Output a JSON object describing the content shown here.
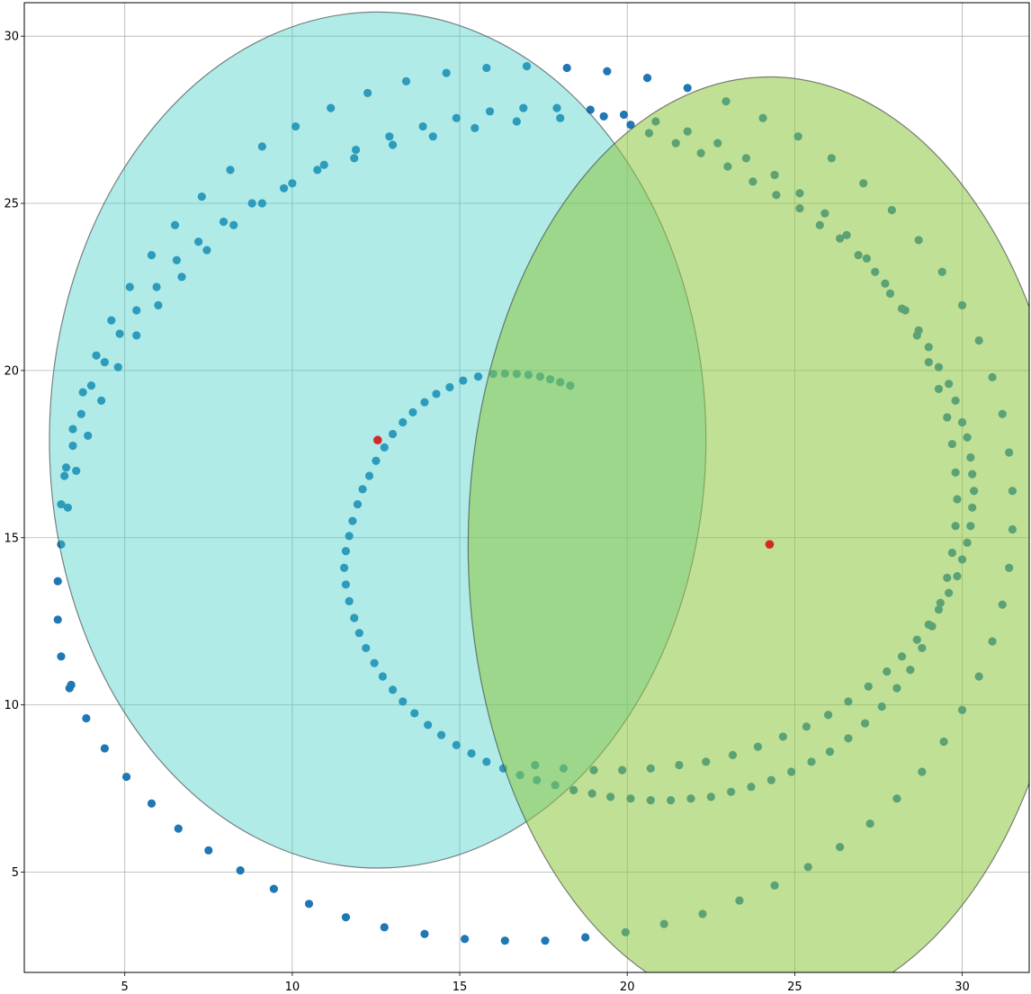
{
  "chart_data": {
    "type": "scatter",
    "title": "",
    "xlabel": "",
    "ylabel": "",
    "xlim": [
      2.0,
      32.0
    ],
    "ylim": [
      2.0,
      31.0
    ],
    "xticks": [
      5,
      10,
      15,
      20,
      25,
      30
    ],
    "yticks": [
      5,
      10,
      15,
      20,
      25,
      30
    ],
    "grid": true,
    "legend": "none",
    "colors": {
      "spiral": "#1f77b4",
      "center": "#d62728",
      "ellipse_a_fill": "#40cfc8",
      "ellipse_b_fill": "#8dc63f",
      "ellipse_edge": "#333333"
    },
    "ellipses": [
      {
        "cx": 12.55,
        "cy": 17.92,
        "width": 19.6,
        "height": 25.6,
        "color": "#40cfc8",
        "alpha": 0.41
      },
      {
        "cx": 24.25,
        "cy": 14.78,
        "width": 18.0,
        "height": 28.0,
        "color": "#8dc63f",
        "alpha": 0.55
      }
    ],
    "centers": [
      {
        "x": 12.55,
        "y": 17.92
      },
      {
        "x": 24.25,
        "y": 14.8
      }
    ],
    "spirals": [
      {
        "cx": 12.55,
        "cy": 17.92,
        "points": [
          [
            18.3,
            19.55
          ],
          [
            18.0,
            19.65
          ],
          [
            17.7,
            19.74
          ],
          [
            17.4,
            19.82
          ],
          [
            17.05,
            19.87
          ],
          [
            16.7,
            19.9
          ],
          [
            16.35,
            19.91
          ],
          [
            16.0,
            19.9
          ],
          [
            15.55,
            19.82
          ],
          [
            15.1,
            19.7
          ],
          [
            14.7,
            19.5
          ],
          [
            14.3,
            19.3
          ],
          [
            13.95,
            19.05
          ],
          [
            13.6,
            18.75
          ],
          [
            13.3,
            18.45
          ],
          [
            13.0,
            18.1
          ],
          [
            12.75,
            17.7
          ],
          [
            12.5,
            17.3
          ],
          [
            12.3,
            16.85
          ],
          [
            12.1,
            16.45
          ],
          [
            11.95,
            16.0
          ],
          [
            11.8,
            15.5
          ],
          [
            11.7,
            15.05
          ],
          [
            11.6,
            14.6
          ],
          [
            11.55,
            14.1
          ],
          [
            11.6,
            13.6
          ],
          [
            11.7,
            13.1
          ],
          [
            11.85,
            12.6
          ],
          [
            12.0,
            12.15
          ],
          [
            12.2,
            11.7
          ],
          [
            12.45,
            11.25
          ],
          [
            12.7,
            10.85
          ],
          [
            13.0,
            10.45
          ],
          [
            13.3,
            10.1
          ],
          [
            13.65,
            9.75
          ],
          [
            14.05,
            9.4
          ],
          [
            14.45,
            9.1
          ],
          [
            14.9,
            8.8
          ],
          [
            15.35,
            8.55
          ],
          [
            15.8,
            8.3
          ],
          [
            16.3,
            8.1
          ],
          [
            16.8,
            7.9
          ],
          [
            17.3,
            7.75
          ],
          [
            17.85,
            7.6
          ],
          [
            18.4,
            7.45
          ],
          [
            18.95,
            7.35
          ],
          [
            19.5,
            7.25
          ],
          [
            20.1,
            7.2
          ],
          [
            20.7,
            7.15
          ],
          [
            21.3,
            7.15
          ],
          [
            21.9,
            7.2
          ],
          [
            22.5,
            7.25
          ],
          [
            23.1,
            7.4
          ],
          [
            23.7,
            7.55
          ],
          [
            24.3,
            7.75
          ],
          [
            24.9,
            8.0
          ],
          [
            25.5,
            8.3
          ],
          [
            26.05,
            8.6
          ],
          [
            26.6,
            9.0
          ],
          [
            27.1,
            9.45
          ],
          [
            27.6,
            9.95
          ],
          [
            28.05,
            10.5
          ],
          [
            28.45,
            11.05
          ],
          [
            28.8,
            11.7
          ],
          [
            29.1,
            12.35
          ],
          [
            29.35,
            13.05
          ],
          [
            29.55,
            13.8
          ],
          [
            29.7,
            14.55
          ],
          [
            29.8,
            15.35
          ],
          [
            29.85,
            16.15
          ],
          [
            29.8,
            16.95
          ],
          [
            29.7,
            17.8
          ],
          [
            29.55,
            18.6
          ],
          [
            29.3,
            19.45
          ],
          [
            29.0,
            20.25
          ],
          [
            28.65,
            21.05
          ],
          [
            28.2,
            21.85
          ],
          [
            27.7,
            22.6
          ],
          [
            27.15,
            23.35
          ],
          [
            26.55,
            24.05
          ],
          [
            25.9,
            24.7
          ],
          [
            25.15,
            25.3
          ],
          [
            24.4,
            25.85
          ],
          [
            23.55,
            26.35
          ],
          [
            22.7,
            26.8
          ],
          [
            21.8,
            27.15
          ],
          [
            20.85,
            27.45
          ],
          [
            19.9,
            27.65
          ],
          [
            18.9,
            27.8
          ],
          [
            17.9,
            27.85
          ],
          [
            16.9,
            27.85
          ],
          [
            15.9,
            27.75
          ],
          [
            14.9,
            27.55
          ],
          [
            13.9,
            27.3
          ],
          [
            12.9,
            27.0
          ],
          [
            11.9,
            26.6
          ],
          [
            10.95,
            26.15
          ],
          [
            10.0,
            25.6
          ],
          [
            9.1,
            25.0
          ],
          [
            8.25,
            24.35
          ],
          [
            7.45,
            23.6
          ],
          [
            6.7,
            22.8
          ],
          [
            6.0,
            21.95
          ],
          [
            5.35,
            21.05
          ],
          [
            4.8,
            20.1
          ],
          [
            4.3,
            19.1
          ],
          [
            3.9,
            18.05
          ],
          [
            3.55,
            17.0
          ],
          [
            3.3,
            15.9
          ],
          [
            3.1,
            14.8
          ],
          [
            3.0,
            13.7
          ],
          [
            3.0,
            12.55
          ],
          [
            3.1,
            11.45
          ],
          [
            3.35,
            10.5
          ]
        ]
      }
    ],
    "spiral_outer": {
      "points": [
        [
          3.1,
          16.0
        ],
        [
          3.2,
          16.85
        ],
        [
          3.45,
          17.75
        ],
        [
          3.7,
          18.7
        ],
        [
          4.0,
          19.55
        ],
        [
          4.4,
          20.25
        ],
        [
          4.85,
          21.1
        ],
        [
          5.35,
          21.8
        ],
        [
          5.95,
          22.5
        ],
        [
          6.55,
          23.3
        ],
        [
          7.2,
          23.85
        ],
        [
          7.95,
          24.45
        ],
        [
          8.8,
          25.0
        ],
        [
          9.75,
          25.45
        ],
        [
          10.75,
          26.0
        ],
        [
          11.85,
          26.35
        ],
        [
          13.0,
          26.75
        ],
        [
          14.2,
          27.0
        ],
        [
          15.45,
          27.25
        ],
        [
          16.7,
          27.45
        ],
        [
          18.0,
          27.55
        ],
        [
          19.3,
          27.6
        ],
        [
          20.1,
          27.35
        ],
        [
          20.65,
          27.1
        ],
        [
          21.45,
          26.8
        ],
        [
          22.2,
          26.5
        ],
        [
          23.0,
          26.1
        ],
        [
          23.75,
          25.65
        ],
        [
          24.45,
          25.25
        ],
        [
          25.15,
          24.85
        ],
        [
          25.75,
          24.35
        ],
        [
          26.35,
          23.95
        ],
        [
          26.9,
          23.45
        ],
        [
          27.4,
          22.95
        ],
        [
          27.85,
          22.3
        ],
        [
          28.3,
          21.8
        ],
        [
          28.7,
          21.2
        ],
        [
          29.0,
          20.7
        ],
        [
          29.3,
          20.1
        ],
        [
          29.6,
          19.6
        ],
        [
          29.8,
          19.1
        ],
        [
          30.0,
          18.45
        ],
        [
          30.15,
          18.0
        ],
        [
          30.25,
          17.4
        ],
        [
          30.3,
          16.9
        ],
        [
          30.35,
          16.4
        ],
        [
          30.3,
          15.9
        ],
        [
          30.25,
          15.35
        ],
        [
          30.15,
          14.85
        ],
        [
          30.0,
          14.35
        ],
        [
          29.85,
          13.85
        ],
        [
          29.6,
          13.35
        ],
        [
          29.3,
          12.85
        ],
        [
          29.0,
          12.4
        ],
        [
          28.65,
          11.95
        ],
        [
          28.2,
          11.45
        ],
        [
          27.75,
          11.0
        ],
        [
          27.2,
          10.55
        ],
        [
          26.6,
          10.1
        ],
        [
          26.0,
          9.7
        ],
        [
          25.35,
          9.35
        ],
        [
          24.65,
          9.05
        ],
        [
          23.9,
          8.75
        ],
        [
          23.15,
          8.5
        ],
        [
          22.35,
          8.3
        ],
        [
          21.55,
          8.2
        ],
        [
          20.7,
          8.1
        ],
        [
          19.85,
          8.05
        ],
        [
          19.0,
          8.05
        ],
        [
          18.1,
          8.1
        ],
        [
          17.25,
          8.2
        ]
      ]
    },
    "spiral_far": {
      "points": [
        [
          3.4,
          10.6
        ],
        [
          3.85,
          9.6
        ],
        [
          4.4,
          8.7
        ],
        [
          5.05,
          7.85
        ],
        [
          5.8,
          7.05
        ],
        [
          6.6,
          6.3
        ],
        [
          7.5,
          5.65
        ],
        [
          8.45,
          5.05
        ],
        [
          9.45,
          4.5
        ],
        [
          10.5,
          4.05
        ],
        [
          11.6,
          3.65
        ],
        [
          12.75,
          3.35
        ],
        [
          13.95,
          3.15
        ],
        [
          15.15,
          3.0
        ],
        [
          16.35,
          2.95
        ],
        [
          17.55,
          2.95
        ],
        [
          18.75,
          3.05
        ],
        [
          19.95,
          3.2
        ],
        [
          21.1,
          3.45
        ],
        [
          22.25,
          3.75
        ],
        [
          23.35,
          4.15
        ],
        [
          24.4,
          4.6
        ],
        [
          25.4,
          5.15
        ],
        [
          26.35,
          5.75
        ],
        [
          27.25,
          6.45
        ],
        [
          28.05,
          7.2
        ],
        [
          28.8,
          8.0
        ],
        [
          29.45,
          8.9
        ],
        [
          30.0,
          9.85
        ],
        [
          30.5,
          10.85
        ],
        [
          30.9,
          11.9
        ],
        [
          31.2,
          13.0
        ],
        [
          31.4,
          14.1
        ],
        [
          31.5,
          15.25
        ],
        [
          31.5,
          16.4
        ],
        [
          31.4,
          17.55
        ],
        [
          31.2,
          18.7
        ],
        [
          30.9,
          19.8
        ],
        [
          30.5,
          20.9
        ],
        [
          30.0,
          21.95
        ],
        [
          29.4,
          22.95
        ],
        [
          28.7,
          23.9
        ],
        [
          27.9,
          24.8
        ],
        [
          27.05,
          25.6
        ],
        [
          26.1,
          26.35
        ],
        [
          25.1,
          27.0
        ],
        [
          24.05,
          27.55
        ],
        [
          22.95,
          28.05
        ],
        [
          21.8,
          28.45
        ],
        [
          20.6,
          28.75
        ],
        [
          19.4,
          28.95
        ],
        [
          18.2,
          29.05
        ],
        [
          17.0,
          29.1
        ],
        [
          15.8,
          29.05
        ],
        [
          14.6,
          28.9
        ],
        [
          13.4,
          28.65
        ],
        [
          12.25,
          28.3
        ],
        [
          11.15,
          27.85
        ],
        [
          10.1,
          27.3
        ],
        [
          9.1,
          26.7
        ],
        [
          8.15,
          26.0
        ],
        [
          7.3,
          25.2
        ],
        [
          6.5,
          24.35
        ],
        [
          5.8,
          23.45
        ],
        [
          5.15,
          22.5
        ],
        [
          4.6,
          21.5
        ],
        [
          4.15,
          20.45
        ],
        [
          3.75,
          19.35
        ],
        [
          3.45,
          18.25
        ],
        [
          3.25,
          17.1
        ]
      ]
    }
  }
}
